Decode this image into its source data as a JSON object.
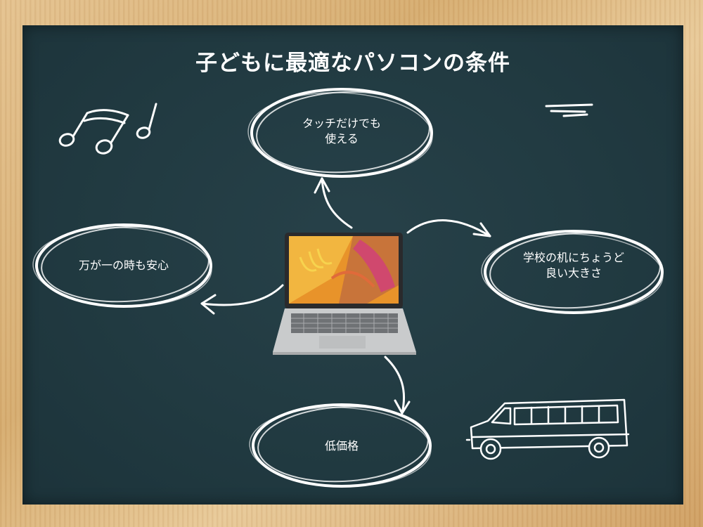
{
  "title": "子どもに最適なパソコンの条件",
  "bubbles": {
    "top": "タッチだけでも\n使える",
    "left": "万が一の時も安心",
    "right": "学校の机にちょうど\n良い大きさ",
    "bottom": "低価格"
  },
  "colors": {
    "board": "#213a41",
    "chalk": "#ffffff",
    "frame": "#d9b27a",
    "laptop_body": "#c9cbcc",
    "screen_orange": "#e8932a",
    "screen_pink": "#d0486e"
  },
  "icons": {
    "music": "music-notes-icon",
    "bus": "school-bus-icon",
    "laptop": "laptop-icon"
  }
}
